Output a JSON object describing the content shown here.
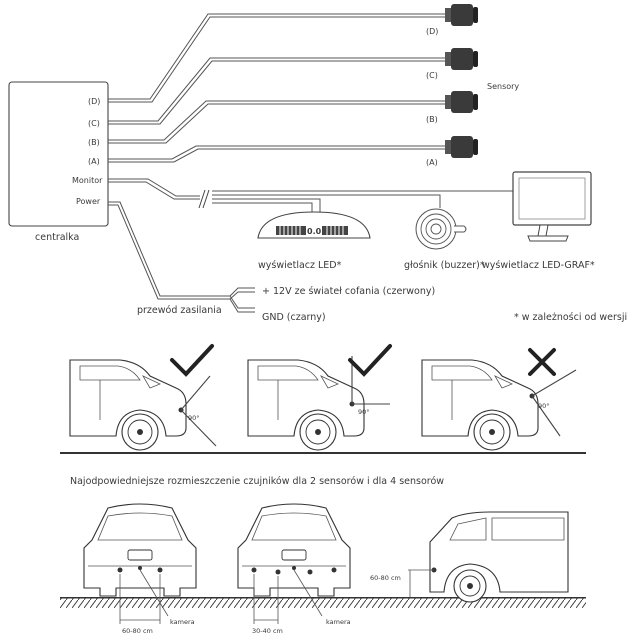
{
  "wiring": {
    "controller_label": "centralka",
    "ports": [
      "(D)",
      "(C)",
      "(B)",
      "(A)",
      "Monitor",
      "Power"
    ],
    "sensor_labels": [
      "(D)",
      "(C)",
      "(B)",
      "(A)"
    ],
    "sensors_title": "Sensory",
    "display_led_label": "wyświetlacz LED*",
    "display_led_value": "0.0",
    "buzzer_label": "głośnik (buzzer)*",
    "monitor_label": "wyświetlacz LED-GRAF*",
    "power_cable_label": "przewód zasilania",
    "power_plus_label": "+ 12V ze świateł cofania (czerwony)",
    "power_gnd_label": "GND (czarny)",
    "footnote": "* w zależności od wersji"
  },
  "angles": {
    "angle_label": "90°",
    "verdicts": [
      "check",
      "check",
      "cross"
    ]
  },
  "placement": {
    "title": "Najodpowiedniejsze rozmieszczenie czujników dla 2 sensorów i dla 4 sensorów",
    "spacing_2": "60-80 cm",
    "spacing_4": "30-40 cm",
    "camera_label": "kamera",
    "height_label": "60-80 cm"
  },
  "colors": {
    "line": "#444444",
    "text": "#3a3a3a",
    "sensor": "#3a3a3a"
  }
}
